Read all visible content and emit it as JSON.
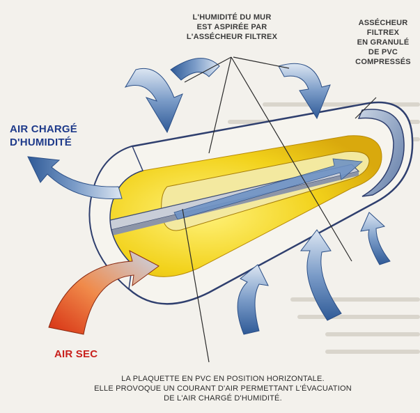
{
  "labels": {
    "humidite_top": [
      "L'HUMIDITÉ DU MUR",
      "EST ASPIRÉE PAR",
      "L'ASSÉCHEUR FILTREX"
    ],
    "assecheur": [
      "ASSÉCHEUR",
      "FILTREX",
      "EN GRANULÉ",
      "DE PVC",
      "COMPRESSÉS"
    ],
    "air_charge": [
      "AIR CHARGÉ",
      "D'HUMIDITÉ"
    ],
    "air_sec": "AIR SEC",
    "caption": [
      "LA PLAQUETTE EN PVC EN POSITION HORIZONTALE.",
      "ELLE PROVOQUE UN COURANT D'AIR PERMETTANT L'ÉVACUATION",
      "DE L'AIR CHARGÉ D'HUMIDITÉ."
    ]
  },
  "colors": {
    "tube_outer": "#f4f2ea",
    "tube_outline": "#2f3f6e",
    "tube_end": "#8fa3c2",
    "filler": "#f0d01e",
    "plate": "#c9ced8",
    "arrow_blue": "#5f86b9",
    "arrow_red": "#e04b1c",
    "label_blue": "#1e3a8a",
    "label_red": "#c8201c"
  }
}
